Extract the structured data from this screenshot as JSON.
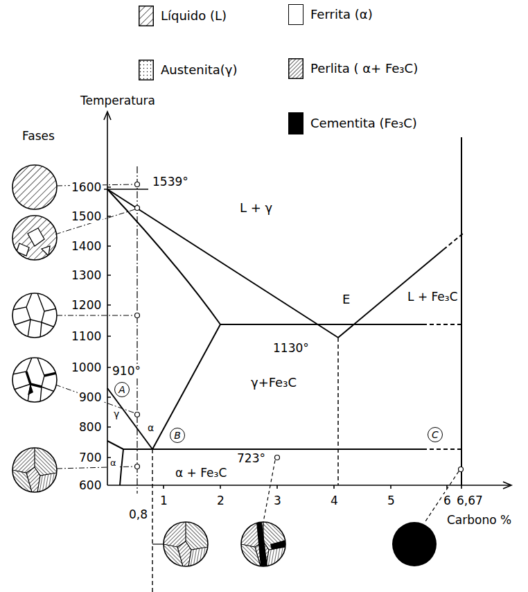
{
  "diagram": {
    "nodes": [
      {
        "text": [
          "A"
        ]
      },
      {
        "text": [
          "B"
        ]
      },
      {
        "text": [
          "C"
        ]
      }
    ],
    "labels": [
      "Temperatura",
      "Fases",
      "1600",
      "1500",
      "1400",
      "1300",
      "1200",
      "1100",
      "1000",
      "900",
      "800",
      "700",
      "600",
      "1539°",
      "L + γ",
      "E",
      "L + Fe₃C",
      "1130°",
      "γ+Fe₃C",
      "910°",
      "γ",
      "α",
      "α",
      "723°",
      "α + Fe₃C",
      "0,8",
      "1",
      "2",
      "3",
      "4",
      "5",
      "6",
      "6,67",
      "Carbono %"
    ],
    "legend": [
      {
        "text": "Líquido (L)"
      },
      {
        "text": "Ferrita (α)",
        "color": "#ffffff"
      },
      {
        "text": "Austenita(γ)"
      },
      {
        "text": "Perlita ( α+ Fe₃C)"
      },
      {
        "text": "Cementita (Fe₃C)",
        "color": "#000000"
      }
    ]
  }
}
